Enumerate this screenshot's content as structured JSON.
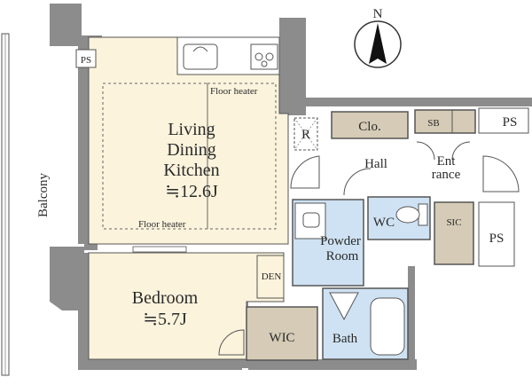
{
  "compass": {
    "north_label": "N",
    "icon": "north-arrow-icon"
  },
  "rooms": {
    "living": {
      "line1": "Living",
      "line2": "Dining",
      "line3": "Kitchen",
      "area": "≒12.6J"
    },
    "bedroom": {
      "name": "Bedroom",
      "area": "≒5.7J"
    },
    "powder_room": {
      "line1": "Powder",
      "line2": "Room"
    },
    "bath": "Bath",
    "wc": "WC",
    "wic": "WIC",
    "sic": "SIC",
    "den": "DEN",
    "closet": "Clo.",
    "hall": "Hall",
    "entrance": {
      "line1": "Ent",
      "line2": "rance"
    },
    "sb": "SB",
    "balcony": "Balcony",
    "refrigerator": "R"
  },
  "ps_labels": {
    "top_left": "PS",
    "top_right": "PS",
    "right": "PS"
  },
  "floor_heater": {
    "top": "Floor heater",
    "bottom": "Floor heater"
  },
  "colors": {
    "wall": "#8c8c8c",
    "ldk_floor": "#fbf3dc",
    "bath_floor": "#cfe2f3",
    "storage": "#d5cbb6",
    "line": "#555555"
  }
}
